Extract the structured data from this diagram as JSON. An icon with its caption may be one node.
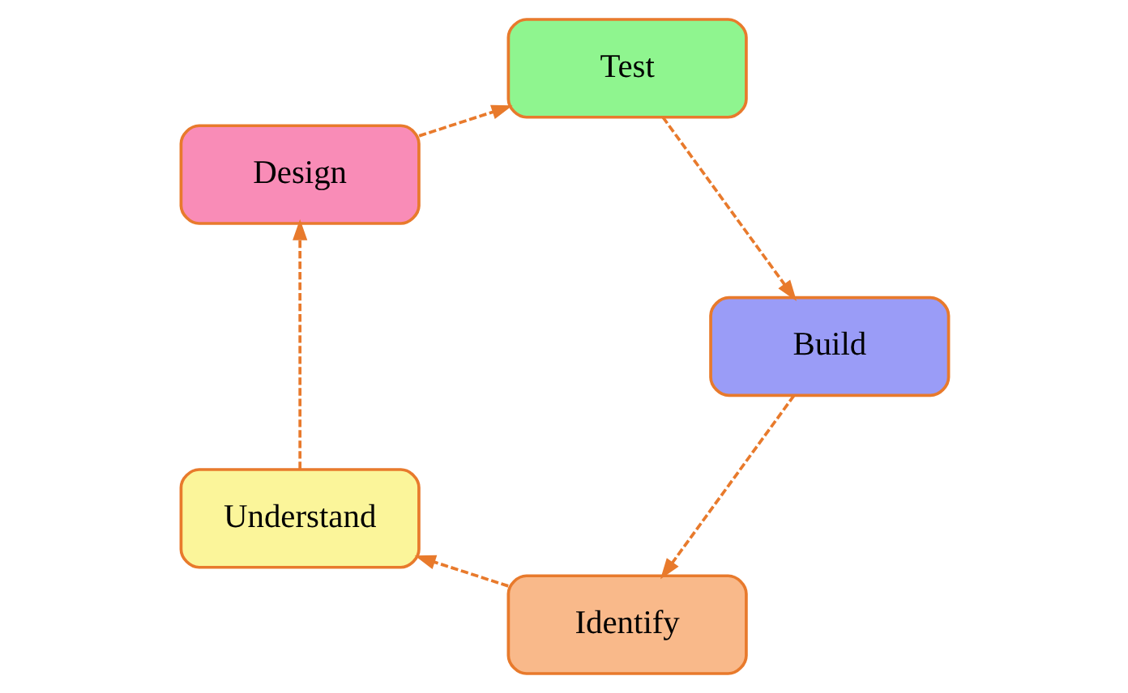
{
  "diagram": {
    "nodes": [
      {
        "text": [
          "Identify"
        ]
      },
      {
        "text": [
          "Understand"
        ]
      },
      {
        "text": [
          "Design"
        ]
      },
      {
        "text": [
          "Test"
        ]
      },
      {
        "text": [
          "Build"
        ]
      }
    ],
    "edges": [
      {
        "from": 4,
        "to": 0,
        "arrow": "to",
        "style": "dashed"
      },
      {
        "from": 0,
        "to": 1,
        "arrow": "to",
        "style": "dashed"
      },
      {
        "from": 1,
        "to": 2,
        "arrow": "to",
        "style": "dashed"
      },
      {
        "from": 2,
        "to": 3,
        "arrow": "to",
        "style": "dashed"
      },
      {
        "from": 3,
        "to": 4,
        "arrow": "to",
        "style": "dashed"
      }
    ]
  }
}
